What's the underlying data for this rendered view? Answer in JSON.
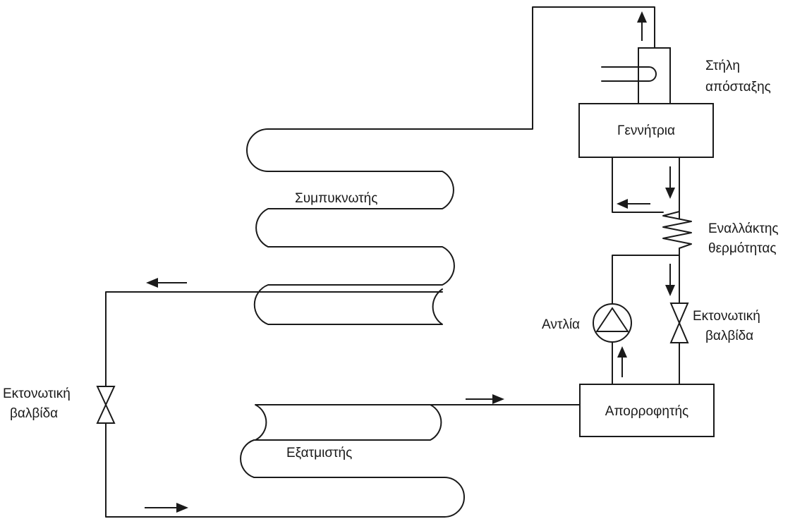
{
  "labels": {
    "condenser": "Συμπυκνωτής",
    "evaporator": "Εξατμιστής",
    "generator": "Γεννήτρια",
    "absorber": "Απορροφητής",
    "column_line1": "Στήλη",
    "column_line2": "απόσταξης",
    "heat_exchanger_line1": "Εναλλάκτης",
    "heat_exchanger_line2": "θερμότητας",
    "pump": "Αντλία",
    "valve_left_line1": "Εκτονωτική",
    "valve_left_line2": "βαλβίδα",
    "valve_right_line1": "Εκτονωτική",
    "valve_right_line2": "βαλβίδα"
  },
  "colors": {
    "stroke": "#1a1a1a",
    "background": "#ffffff"
  },
  "icons": {
    "pump": "pump-icon",
    "valve": "expansion-valve-icon",
    "heat_exchanger": "heat-exchanger-coil-icon",
    "column": "distillation-column-icon"
  }
}
